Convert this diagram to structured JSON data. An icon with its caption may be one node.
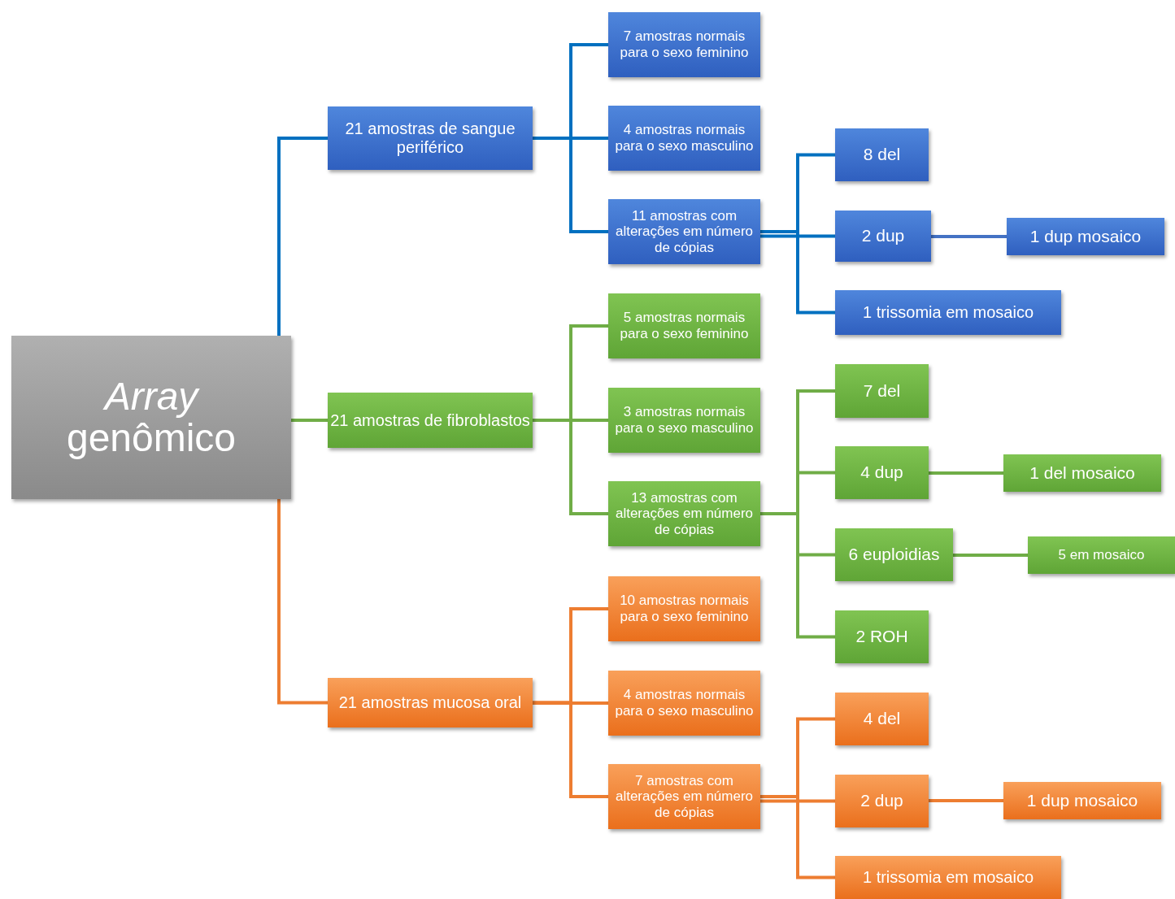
{
  "diagram": {
    "nodes": [
      {
        "text": [
          "*Array* genômico"
        ]
      },
      {
        "text": [
          "21 amostras de sangue periférico"
        ]
      },
      {
        "text": [
          "21 amostras de fibroblastos"
        ]
      },
      {
        "text": [
          "21 amostras mucosa oral"
        ]
      },
      {
        "text": [
          "7 amostras normais para o sexo feminino"
        ]
      },
      {
        "text": [
          "4 amostras normais para o sexo masculino"
        ]
      },
      {
        "text": [
          "11 amostras com alterações em número de cópias"
        ]
      },
      {
        "text": [
          "8 del"
        ]
      },
      {
        "text": [
          "2 dup"
        ]
      },
      {
        "text": [
          "1 dup mosaico"
        ]
      },
      {
        "text": [
          "1 trissomia em mosaico"
        ]
      },
      {
        "text": [
          "5 amostras normais para o sexo feminino"
        ]
      },
      {
        "text": [
          "3 amostras normais para o sexo masculino"
        ]
      },
      {
        "text": [
          "13 amostras com alterações em número de cópias"
        ]
      },
      {
        "text": [
          "7 del"
        ]
      },
      {
        "text": [
          "4 dup"
        ]
      },
      {
        "text": [
          "1 del mosaico"
        ]
      },
      {
        "text": [
          "6 euploidias"
        ]
      },
      {
        "text": [
          "5 em mosaico"
        ]
      },
      {
        "text": [
          "2 ROH"
        ]
      },
      {
        "text": [
          "10 amostras normais para o sexo feminino"
        ]
      },
      {
        "text": [
          "4 amostras normais para o sexo masculino"
        ]
      },
      {
        "text": [
          "7 amostras com alterações em número de cópias"
        ]
      },
      {
        "text": [
          "4 del"
        ]
      },
      {
        "text": [
          "2 dup"
        ]
      },
      {
        "text": [
          "1 dup mosaico"
        ]
      },
      {
        "text": [
          "1 trissomia em mosaico"
        ]
      }
    ],
    "edges": [
      {
        "from": 0,
        "to": 1,
        "arrow": "none",
        "color": "#0070c0"
      },
      {
        "from": 0,
        "to": 2,
        "arrow": "none"
      },
      {
        "from": 0,
        "to": 3,
        "arrow": "none",
        "color": "#ed7d31"
      },
      {
        "from": 1,
        "to": 4,
        "arrow": "none",
        "color": "#0070c0"
      },
      {
        "from": 1,
        "to": 5,
        "arrow": "none",
        "color": "#0070c0"
      },
      {
        "from": 1,
        "to": 6,
        "arrow": "none",
        "color": "#0070c0"
      },
      {
        "from": 6,
        "to": 7,
        "arrow": "none",
        "color": "#0070c0"
      },
      {
        "from": 6,
        "to": 8,
        "arrow": "none",
        "color": "#0070c0"
      },
      {
        "from": 8,
        "to": 9,
        "arrow": "none",
        "color": "#4472c4"
      },
      {
        "from": 6,
        "to": 10,
        "arrow": "none",
        "color": "#0070c0"
      },
      {
        "from": 2,
        "to": 11,
        "arrow": "none"
      },
      {
        "from": 2,
        "to": 12,
        "arrow": "none"
      },
      {
        "from": 2,
        "to": 13,
        "arrow": "none"
      },
      {
        "from": 13,
        "to": 14,
        "arrow": "none"
      },
      {
        "from": 13,
        "to": 15,
        "arrow": "none"
      },
      {
        "from": 15,
        "to": 16,
        "arrow": "none"
      },
      {
        "from": 13,
        "to": 17,
        "arrow": "none"
      },
      {
        "from": 17,
        "to": 18,
        "arrow": "none"
      },
      {
        "from": 13,
        "to": 19,
        "arrow": "none"
      },
      {
        "from": 3,
        "to": 20,
        "arrow": "none",
        "color": "#ed7d31"
      },
      {
        "from": 3,
        "to": 21,
        "arrow": "none",
        "color": "#ed7d31"
      },
      {
        "from": 3,
        "to": 22,
        "arrow": "none",
        "color": "#ed7d31"
      },
      {
        "from": 22,
        "to": 23,
        "arrow": "none",
        "color": "#ed7d31"
      },
      {
        "from": 22,
        "to": 24,
        "arrow": "none",
        "color": "#ed7d31"
      },
      {
        "from": 24,
        "to": 25,
        "arrow": "none",
        "color": "#ed7d31"
      },
      {
        "from": 22,
        "to": 26,
        "arrow": "none",
        "color": "#ed7d31"
      }
    ]
  }
}
